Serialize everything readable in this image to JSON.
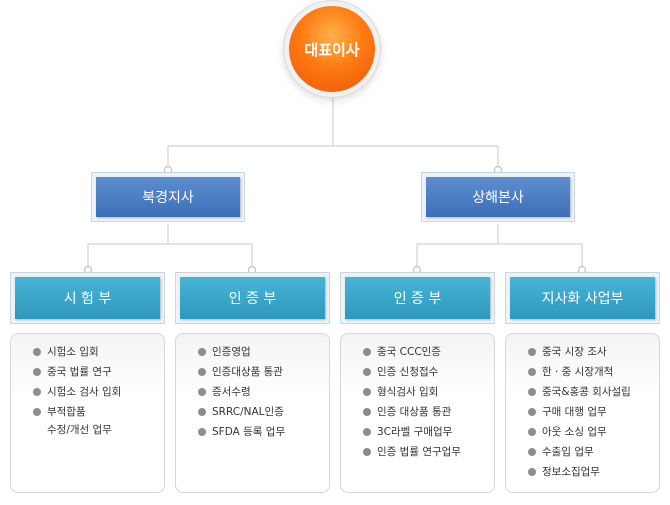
{
  "ceo": {
    "label": "대표이사"
  },
  "branches": [
    {
      "label": "북경지사"
    },
    {
      "label": "상해본사"
    }
  ],
  "departments": [
    {
      "label": "시 험 부",
      "items": [
        "시험소 입회",
        "중국 법률 연구",
        "시험소 검사 입회",
        "부적합품",
        "수정/개선 업무"
      ]
    },
    {
      "label": "인 증 부",
      "items": [
        "인증영업",
        "인증대상품 통관",
        "증서수령",
        "SRRC/NAL인증",
        "SFDA 등록 업무"
      ]
    },
    {
      "label": "인 증 부",
      "items": [
        "중국 CCC인증",
        "인증 신청접수",
        "형식검사 입회",
        "인증 대상품 통관",
        "3C라벨 구매업무",
        "인증 법률 연구업무"
      ]
    },
    {
      "label": "지사화 사업부",
      "items": [
        "중국 시장 조사",
        "한 · 중 시장개척",
        "중국&홍콩 회사설립",
        "구매 대행 업무",
        "아웃 소싱 업무",
        "수출입 업무",
        "정보소집업무"
      ]
    }
  ],
  "colors": {
    "ceo": "#ff7a12",
    "branch": "#4a7dc4",
    "department": "#3aa8cc",
    "connector": "#c8c8c8"
  }
}
